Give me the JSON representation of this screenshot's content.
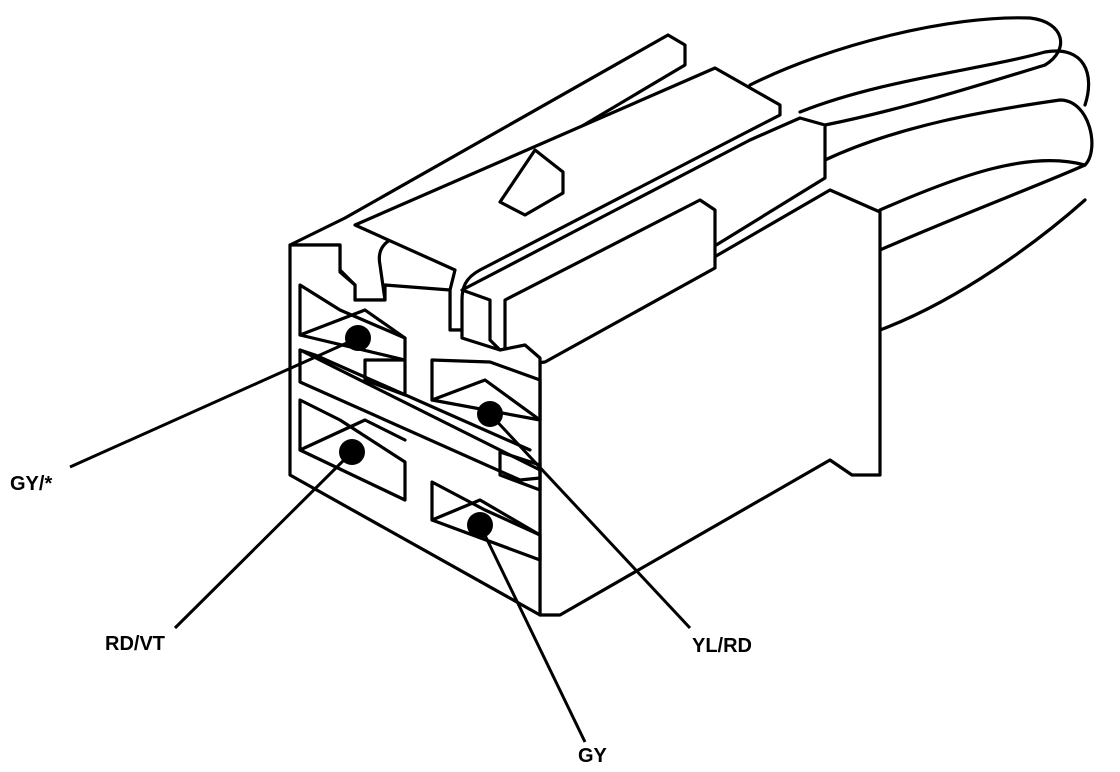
{
  "connector": {
    "pins": [
      {
        "id": "top-left",
        "wire": "GY/*"
      },
      {
        "id": "bottom-left",
        "wire": "RD/VT"
      },
      {
        "id": "top-right",
        "wire": "YL/RD"
      },
      {
        "id": "bottom-right",
        "wire": "GY"
      }
    ]
  },
  "colors": {
    "line": "#000000",
    "background": "#ffffff"
  }
}
